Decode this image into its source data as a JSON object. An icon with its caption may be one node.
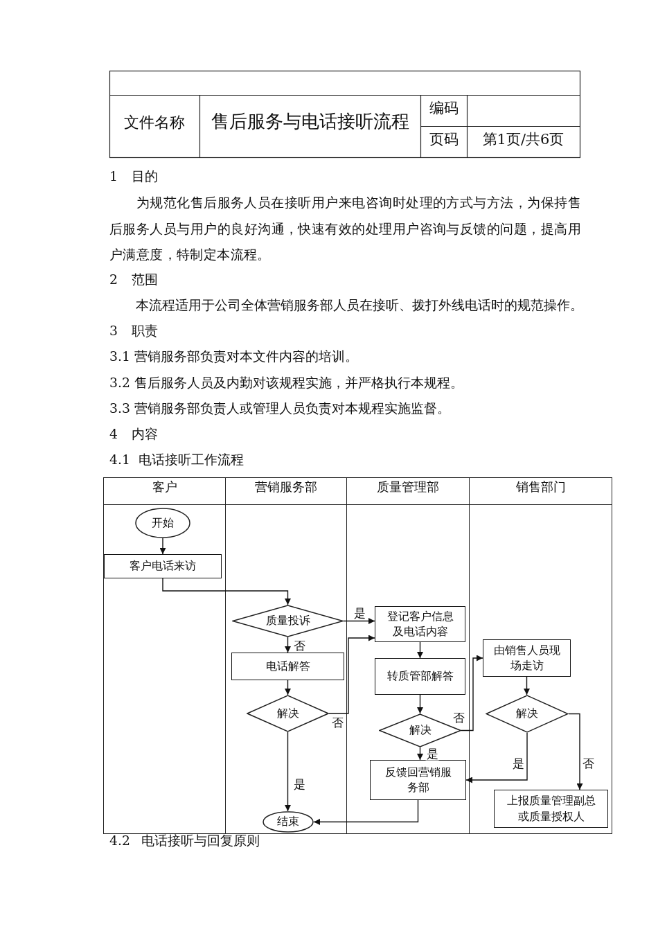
{
  "diagram": {
    "nodes": [
      {
        "text": [
          "客户"
        ]
      },
      {
        "text": [
          "营销服务部"
        ]
      },
      {
        "text": [
          "质量管理部"
        ]
      },
      {
        "text": [
          "销售部门"
        ]
      },
      {
        "text": [
          "开始"
        ],
        "in": 0
      },
      {
        "text": [
          "客户电话来访"
        ],
        "in": 0
      },
      {
        "text": [
          "质量投诉"
        ],
        "in": 1
      },
      {
        "text": [
          "登记客户信息及电话内容"
        ],
        "in": 2
      },
      {
        "text": [
          "电话解答"
        ],
        "in": 1
      },
      {
        "text": [
          "转质管部解答"
        ],
        "in": 2
      },
      {
        "text": [
          "由销售人员现场走访"
        ],
        "in": 3
      },
      {
        "text": [
          "解决"
        ],
        "in": 1
      },
      {
        "text": [
          "解决"
        ],
        "in": 2
      },
      {
        "text": [
          "解决"
        ],
        "in": 3
      },
      {
        "text": [
          "反馈回营销服务部"
        ],
        "in": 2
      },
      {
        "text": [
          "上报质量管理副总或质量授权人"
        ],
        "in": 3
      },
      {
        "text": [
          "结束"
        ],
        "in": 1
      }
    ],
    "edges": [
      {
        "from": 4,
        "to": 5,
        "arrow": "to"
      },
      {
        "from": 5,
        "to": 6,
        "arrow": "to"
      },
      {
        "from": 6,
        "to": 7,
        "arrow": "to",
        "label": "是"
      },
      {
        "from": 6,
        "to": 8,
        "arrow": "to",
        "label": "否"
      },
      {
        "from": 8,
        "to": 11,
        "arrow": "to"
      },
      {
        "from": 11,
        "to": 7,
        "arrow": "to",
        "label": "否"
      },
      {
        "from": 11,
        "to": 16,
        "arrow": "to",
        "label": "是"
      },
      {
        "from": 7,
        "to": 9,
        "arrow": "to"
      },
      {
        "from": 9,
        "to": 12,
        "arrow": "to"
      },
      {
        "from": 12,
        "to": 10,
        "arrow": "to",
        "label": "否"
      },
      {
        "from": 12,
        "to": 14,
        "arrow": "to",
        "label": "是"
      },
      {
        "from": 10,
        "to": 13,
        "arrow": "to"
      },
      {
        "from": 13,
        "to": 14,
        "arrow": "to",
        "label": "是"
      },
      {
        "from": 13,
        "to": 15,
        "arrow": "to",
        "label": "否"
      },
      {
        "from": 14,
        "to": 16,
        "arrow": "to"
      }
    ],
    "labels": [
      "文件名称",
      "售后服务与电话接听流程",
      "编码",
      "页码",
      "第1页/共6页",
      "1 目的",
      "为规范化售后服务人员在接听用户来电咨询时处理的方式与方法，为保持售后服务人员与用户的良好沟通，快速有效的处理用户咨询与反馈的问题，提高用户满意度，特制定本流程。",
      "2 范围",
      "本流程适用于公司全体营销服务部人员在接听、拨打外线电话时的规范操作。",
      "3 职责",
      "3.1 营销服务部负责对本文件内容的培训。",
      "3.2 售后服务人员及内勤对该规程实施，并严格执行本规程。",
      "3.3 营销服务部负责人或管理人员负责对本规程实施监督。",
      "4 内容",
      "4.1 电话接听工作流程",
      "4.2 电话接听与回复原则"
    ]
  }
}
